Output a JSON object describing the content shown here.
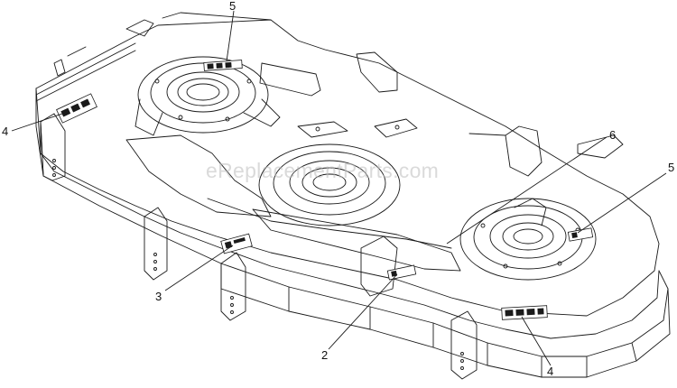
{
  "diagram": {
    "watermark": "eReplacementParts.com",
    "callouts": {
      "top_decal": "5",
      "left_decal": "4",
      "right_pointer": "6",
      "right_decal": "5",
      "front_left_decal": "3",
      "front_center_decal": "2",
      "front_right_decal": "4"
    },
    "colors": {
      "line": "#1a1a1a",
      "fill": "#ffffff",
      "watermark": "#bdbdbd"
    }
  }
}
